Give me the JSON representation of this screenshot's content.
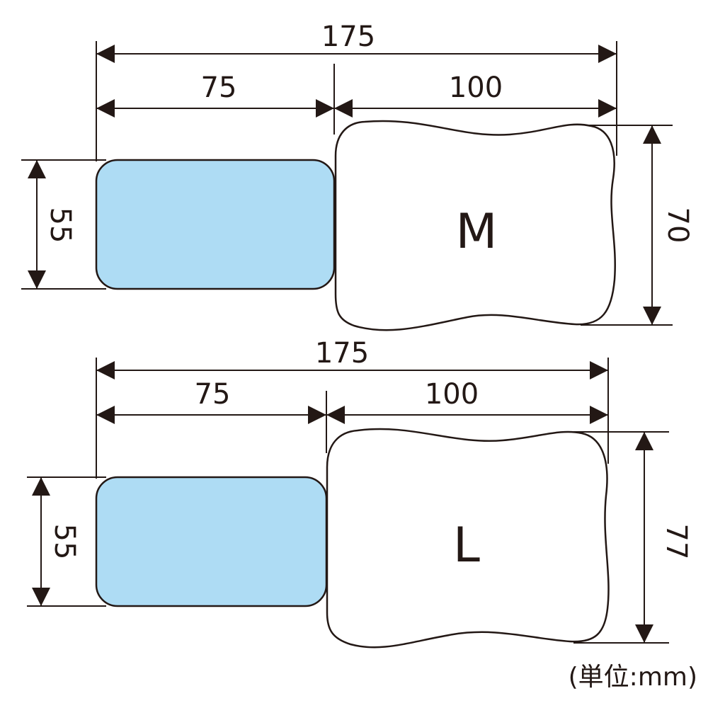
{
  "colors": {
    "line": "#231815",
    "case_fill": "#aedcf4",
    "pad_fill": "#ffffff",
    "background": "#ffffff"
  },
  "diagrams": [
    {
      "size_label": "M",
      "total_width": "175",
      "case_width": "75",
      "pad_width": "100",
      "case_height": "55",
      "pad_height": "70"
    },
    {
      "size_label": "L",
      "total_width": "175",
      "case_width": "75",
      "pad_width": "100",
      "case_height": "55",
      "pad_height": "77"
    }
  ],
  "unit_note": "(単位:mm)"
}
